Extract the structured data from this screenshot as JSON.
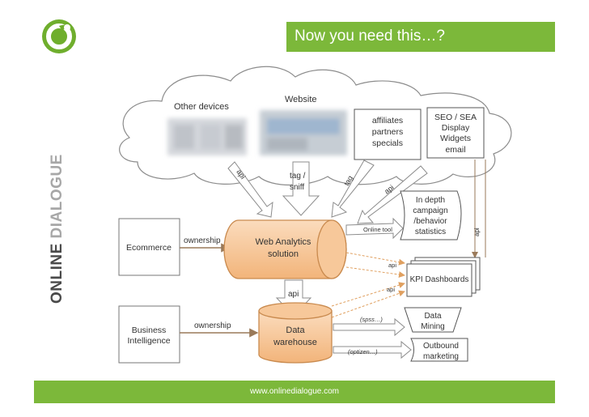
{
  "header": {
    "title": "Now you need this…?",
    "logo_icon": "green-circle-leaf-logo-icon"
  },
  "brand": {
    "vertical_part1": "ONLINE",
    "vertical_part2": "DIALOGUE"
  },
  "diagram": {
    "cloud": {
      "other_devices": "Other devices",
      "website": "Website",
      "affiliates": [
        "affiliates",
        "partners",
        "specials"
      ],
      "seo": [
        "SEO / SEA",
        "Display",
        "Widgets",
        "email"
      ]
    },
    "arrows": {
      "api_1": "api",
      "tag_sniff": [
        "tag /",
        "sniff"
      ],
      "tag": "tag",
      "api_2": "api",
      "online_tool": "Online tool",
      "api_kpi_1": "api",
      "api_kpi_2": "api",
      "api_dw": "api",
      "api_side": "api",
      "spss": "(spss…)",
      "optizen": "(optizen…)",
      "ownership_1": "ownership",
      "ownership_2": "ownership"
    },
    "nodes": {
      "ecommerce": "Ecommerce",
      "business_intelligence": [
        "Business",
        "Intelligence"
      ],
      "web_analytics": [
        "Web Analytics",
        "solution"
      ],
      "data_warehouse": [
        "Data",
        "warehouse"
      ],
      "in_depth": [
        "In depth",
        "campaign",
        "/behavior",
        "statistics"
      ],
      "kpi": "KPI Dashboards",
      "data_mining": [
        "Data",
        "Mining"
      ],
      "outbound": [
        "Outbound",
        "marketing"
      ]
    },
    "colors": {
      "cylinder_fill": "#f7c89a",
      "cylinder_stroke": "#c98a4e",
      "arrow_stroke": "#9a7a5a",
      "dashed_stroke": "#e0a060"
    }
  },
  "footer": {
    "url": "www.onlinedialogue.com"
  },
  "colors": {
    "brand_green": "#7cb83a"
  }
}
